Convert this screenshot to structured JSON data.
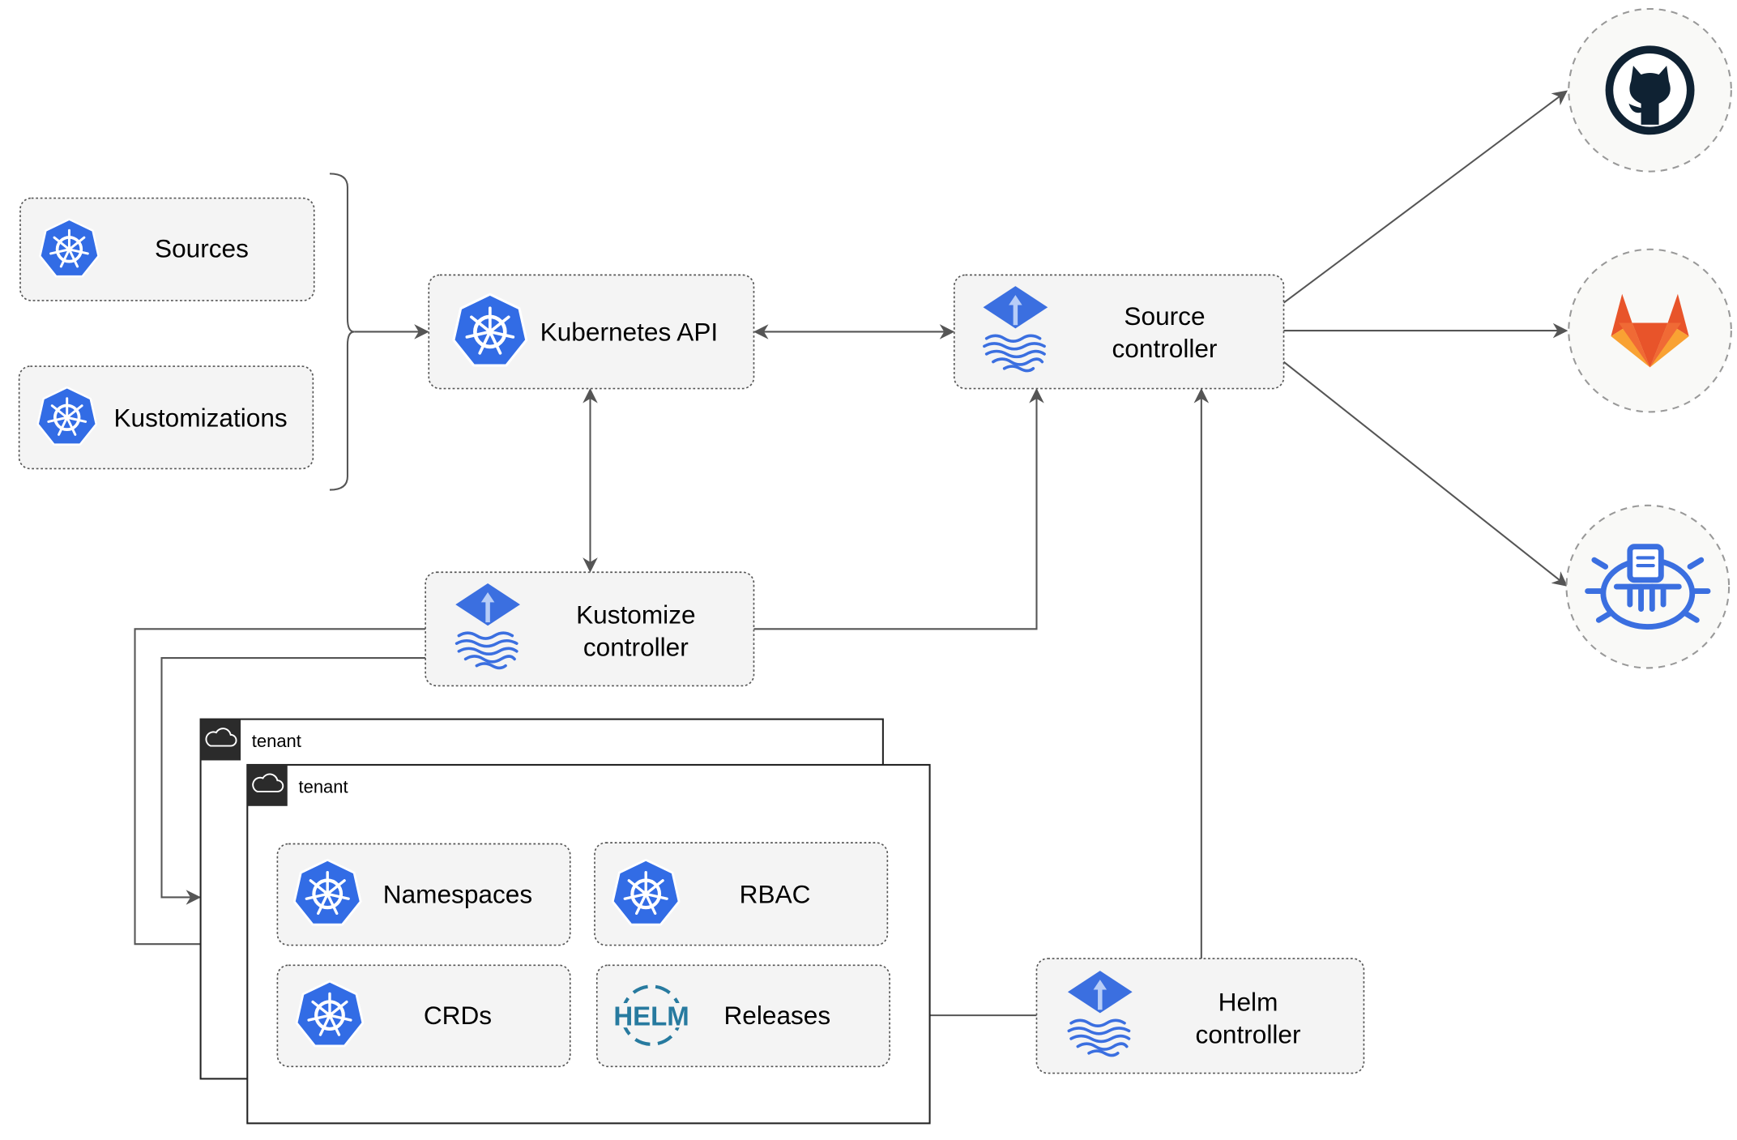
{
  "nodes": {
    "sources": "Sources",
    "kustomizations": "Kustomizations",
    "kubernetes_api": "Kubernetes API",
    "source_controller": [
      "Source",
      "controller"
    ],
    "kustomize_controller": [
      "Kustomize",
      "controller"
    ],
    "helm_controller": [
      "Helm",
      "controller"
    ],
    "namespaces": "Namespaces",
    "rbac": "RBAC",
    "crds": "CRDs",
    "releases": "Releases"
  },
  "tenants": [
    {
      "label": "tenant",
      "icon": "cloud-icon"
    },
    {
      "label": "tenant",
      "icon": "cloud-icon"
    }
  ],
  "logos": {
    "helm": "HELM",
    "external": [
      "github-icon",
      "gitlab-icon",
      "bucket-icon"
    ]
  },
  "colors": {
    "kubernetes_blue": "#326ce5",
    "flux_blue": "#3b6fe0",
    "helm_blue": "#277a9f",
    "github_dark": "#0f2233",
    "gitlab_orange": "#e8542a",
    "gitlab_yellow": "#f9a233",
    "edge": "#555555",
    "box_fill": "#f4f4f4"
  }
}
